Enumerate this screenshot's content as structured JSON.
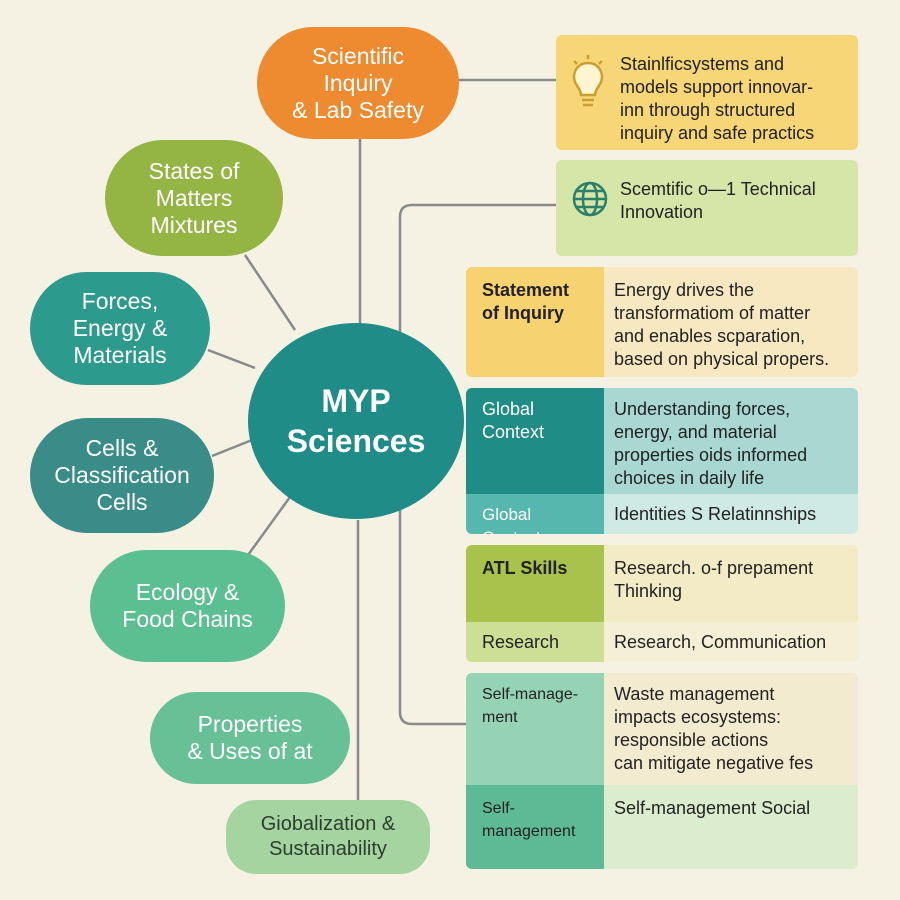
{
  "center": {
    "line1": "MYP",
    "line2": "Sciences"
  },
  "topics": [
    {
      "key": "inquiry",
      "lines": [
        "Scientific",
        "Inquiry",
        "& Lab Safety"
      ],
      "color": "#ee8a2f"
    },
    {
      "key": "states",
      "lines": [
        "States of",
        "Matters",
        "Mixtures"
      ],
      "color": "#94b443"
    },
    {
      "key": "forces",
      "lines": [
        "Forces,",
        "Energy &",
        "Materials"
      ],
      "color": "#2d9a8e"
    },
    {
      "key": "cells",
      "lines": [
        "Cells &",
        "Classification",
        "Cells"
      ],
      "color": "#3a8c88"
    },
    {
      "key": "ecology",
      "lines": [
        "Ecology &",
        "Food Chains"
      ],
      "color": "#5cbf92"
    },
    {
      "key": "properties",
      "lines": [
        "Properties",
        "& Uses of  at"
      ],
      "color": "#67c096"
    },
    {
      "key": "globalization",
      "lines": [
        "Giobalization &",
        "Sustainability"
      ],
      "color": "#a6d4a0"
    }
  ],
  "panels": {
    "insight": {
      "text": [
        "Stainlficsystems and",
        "models support innovar-",
        "inn through structured",
        "inquiry and safe practics"
      ],
      "icon": "lightbulb-icon"
    },
    "innovation": {
      "text": [
        "Scemtific o—1 Technical",
        "Innovation"
      ],
      "icon": "globe-icon"
    },
    "statement": {
      "label": [
        "Statement",
        "of Inquiry"
      ],
      "value": [
        "Energy drives the",
        "transformatiom of matter",
        "and enables scparation,",
        "based on physical propers."
      ]
    },
    "global": {
      "label": [
        "Global",
        "Context"
      ],
      "value": [
        "Understanding forces,",
        "energy, and material",
        "properties oids informed",
        "choices in daily life"
      ],
      "sub_label": "Global Context",
      "sub_value": "Identities S Relatinnships"
    },
    "atl": {
      "label": "ATL Skills",
      "value": [
        "Research. o-f prepament",
        "Thinking"
      ],
      "sub_label": "Research",
      "sub_value": "Research, Communication"
    },
    "self": {
      "label": [
        "Self-manage-",
        "ment"
      ],
      "value": [
        "Waste management",
        "impacts ecosystems:",
        "responsible actions",
        "can mitigate negative fes"
      ],
      "sub_label": [
        "Self-",
        "management"
      ],
      "sub_value": "Self-management   Social"
    }
  }
}
